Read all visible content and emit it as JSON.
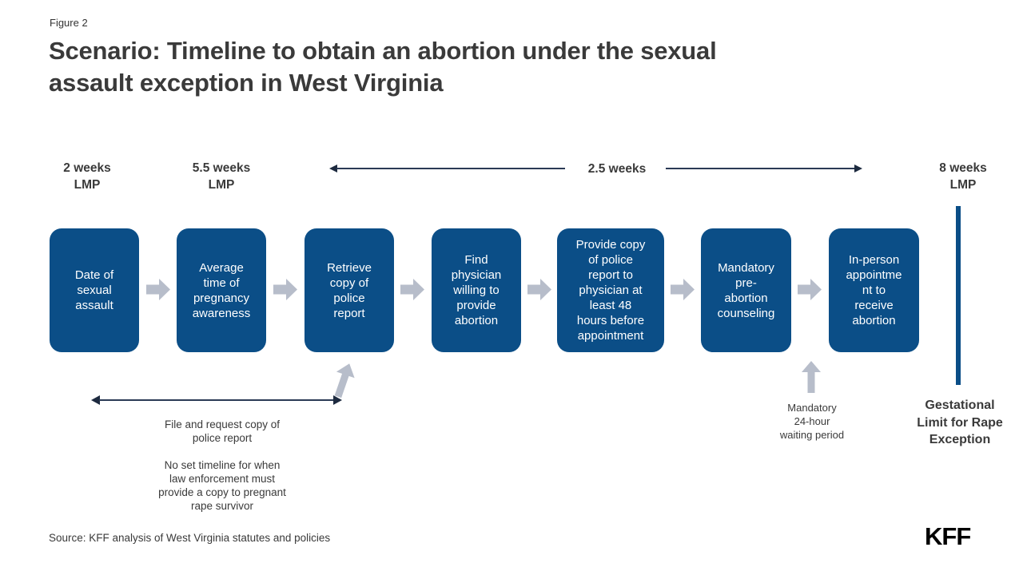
{
  "figure_label": "Figure 2",
  "title": "Scenario: Timeline to obtain an abortion under the sexual\nassault exception in West Virginia",
  "markers": {
    "week2": "2 weeks\nLMP",
    "week55": "5.5 weeks\nLMP",
    "week25": "2.5 weeks",
    "week8": "8 weeks\nLMP"
  },
  "steps": [
    {
      "label": "Date of\nsexual\nassault"
    },
    {
      "label": "Average\ntime of\npregnancy\nawareness"
    },
    {
      "label": "Retrieve\ncopy of\npolice\nreport"
    },
    {
      "label": "Find\nphysician\nwilling to\nprovide\nabortion"
    },
    {
      "label": "Provide copy\nof police\nreport to\nphysician at\nleast 48\nhours before\nappointment"
    },
    {
      "label": "Mandatory\npre-\nabortion\ncounseling"
    },
    {
      "label": "In-person\nappointme\nnt to\nreceive\nabortion"
    }
  ],
  "annotations": {
    "file_request": "File and request copy of\npolice report",
    "no_set_timeline": "No set timeline for when\nlaw enforcement must\nprovide a copy to pregnant\nrape survivor",
    "waiting_period": "Mandatory\n24-hour\nwaiting period",
    "gestational_limit": "Gestational\nLimit for Rape\nException"
  },
  "source": "Source: KFF analysis of West Virginia statutes and policies",
  "logo": "KFF",
  "colors": {
    "box_blue": "#0b4e87",
    "arrow_gray": "#b7bdca",
    "arrow_navy": "#1d2a3f",
    "text_dark": "#3a3a3a"
  }
}
